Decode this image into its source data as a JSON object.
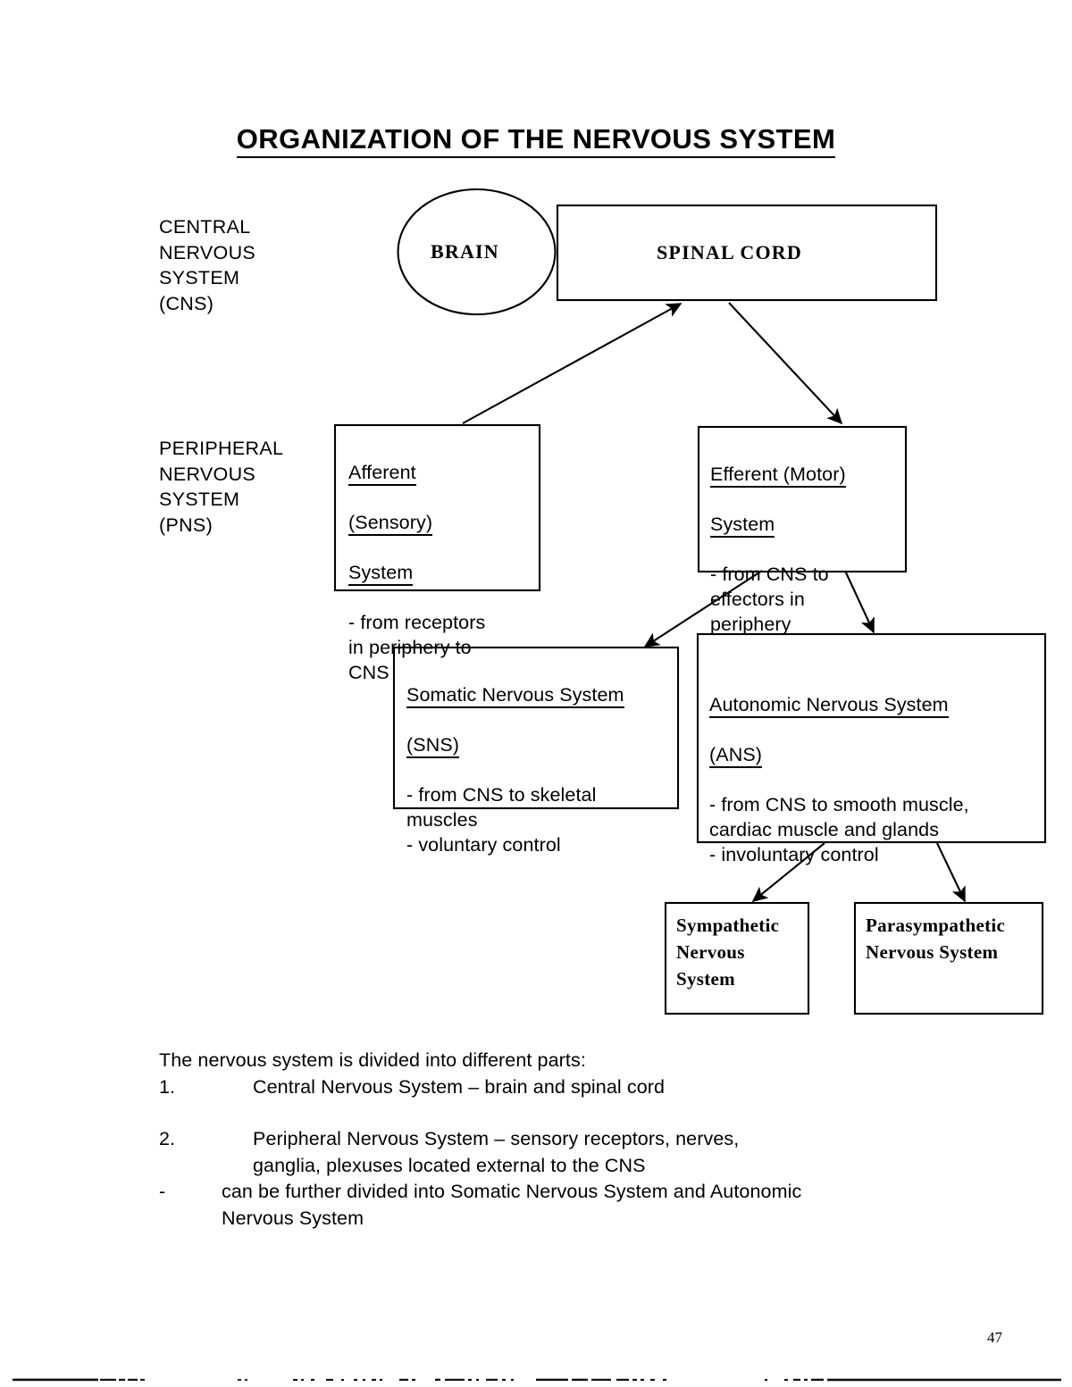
{
  "document": {
    "title": "ORGANIZATION OF THE NERVOUS SYSTEM",
    "page_number": "47"
  },
  "tiers": {
    "cns_label": "CENTRAL\nNERVOUS\nSYSTEM\n(CNS)",
    "pns_label": "PERIPHERAL\nNERVOUS\nSYSTEM\n(PNS)"
  },
  "diagram": {
    "brain": {
      "label": "BRAIN"
    },
    "spinal_cord": {
      "label": "SPINAL CORD"
    },
    "afferent": {
      "heading_lines": [
        "Afferent",
        "(Sensory)",
        "System"
      ],
      "body": "- from receptors\n  in periphery to\n  CNS"
    },
    "efferent": {
      "heading_lines": [
        "Efferent (Motor)",
        "System"
      ],
      "body": "- from CNS to\n  effectors in\n  periphery"
    },
    "somatic": {
      "heading_lines": [
        "Somatic Nervous System",
        "(SNS)"
      ],
      "body": "- from CNS to skeletal\n   muscles\n- voluntary control"
    },
    "autonomic": {
      "heading_lines": [
        "Autonomic Nervous System",
        "(ANS)"
      ],
      "body": "- from CNS to smooth  muscle,\n   cardiac muscle and glands\n- involuntary control"
    },
    "sympathetic": {
      "label": "Sympathetic\nNervous\nSystem"
    },
    "parasympathetic": {
      "label": "Parasympathetic\nNervous System"
    }
  },
  "prose": {
    "lead": "The nervous system is divided into different parts:",
    "items": [
      {
        "marker": "1.",
        "text": "Central Nervous System – brain and spinal cord"
      },
      {
        "marker": "2.",
        "text": "Peripheral Nervous System – sensory receptors, nerves,\n   ganglia, plexuses located external to the CNS"
      },
      {
        "marker": "-",
        "text": "can be further divided into Somatic Nervous System and Autonomic\nNervous System"
      }
    ]
  },
  "colors": {
    "ink": "#000000",
    "paper": "#ffffff"
  }
}
